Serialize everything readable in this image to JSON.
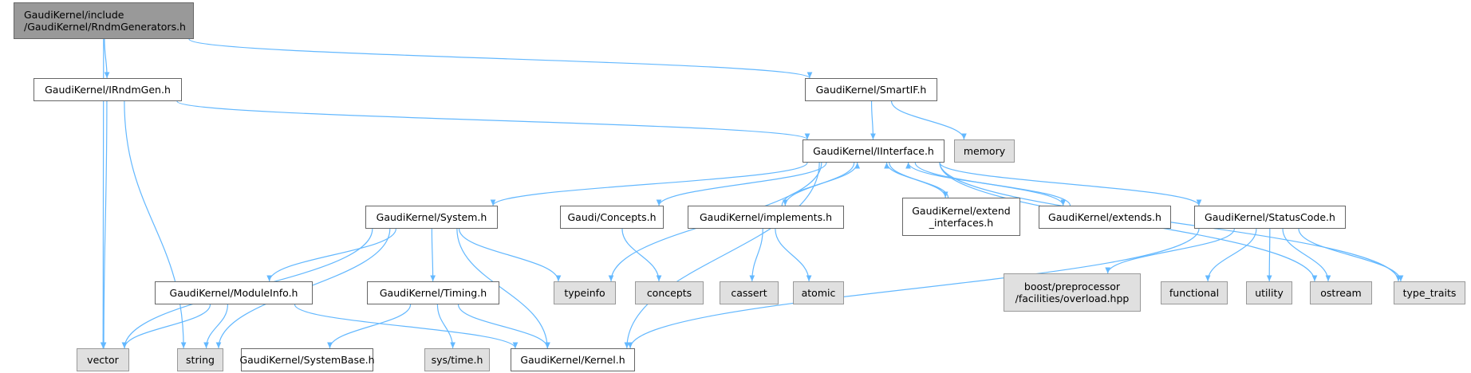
{
  "diagram": {
    "edge_color": "#63b8ff",
    "nodes": [
      {
        "id": "root",
        "kind": "root",
        "lines": [
          "GaudiKernel/include",
          "/GaudiKernel/RndmGenerators.h"
        ]
      },
      {
        "id": "irndmgen",
        "kind": "project",
        "lines": [
          "GaudiKernel/IRndmGen.h"
        ]
      },
      {
        "id": "smartif",
        "kind": "project",
        "lines": [
          "GaudiKernel/SmartIF.h"
        ]
      },
      {
        "id": "iinterface",
        "kind": "project",
        "lines": [
          "GaudiKernel/IInterface.h"
        ]
      },
      {
        "id": "memory",
        "kind": "system",
        "lines": [
          "memory"
        ]
      },
      {
        "id": "system",
        "kind": "project",
        "lines": [
          "GaudiKernel/System.h"
        ]
      },
      {
        "id": "concepts_h",
        "kind": "project",
        "lines": [
          "Gaudi/Concepts.h"
        ]
      },
      {
        "id": "implements",
        "kind": "project",
        "lines": [
          "GaudiKernel/implements.h"
        ]
      },
      {
        "id": "extend_interfaces",
        "kind": "project",
        "lines": [
          "GaudiKernel/extend",
          "_interfaces.h"
        ]
      },
      {
        "id": "extends",
        "kind": "project",
        "lines": [
          "GaudiKernel/extends.h"
        ]
      },
      {
        "id": "statuscode",
        "kind": "project",
        "lines": [
          "GaudiKernel/StatusCode.h"
        ]
      },
      {
        "id": "moduleinfo",
        "kind": "project",
        "lines": [
          "GaudiKernel/ModuleInfo.h"
        ]
      },
      {
        "id": "timing",
        "kind": "project",
        "lines": [
          "GaudiKernel/Timing.h"
        ]
      },
      {
        "id": "typeinfo",
        "kind": "system",
        "lines": [
          "typeinfo"
        ]
      },
      {
        "id": "concepts",
        "kind": "system",
        "lines": [
          "concepts"
        ]
      },
      {
        "id": "cassert",
        "kind": "system",
        "lines": [
          "cassert"
        ]
      },
      {
        "id": "atomic",
        "kind": "system",
        "lines": [
          "atomic"
        ]
      },
      {
        "id": "boost_pp",
        "kind": "system",
        "lines": [
          "boost/preprocessor",
          "/facilities/overload.hpp"
        ]
      },
      {
        "id": "functional",
        "kind": "system",
        "lines": [
          "functional"
        ]
      },
      {
        "id": "utility",
        "kind": "system",
        "lines": [
          "utility"
        ]
      },
      {
        "id": "ostream",
        "kind": "system",
        "lines": [
          "ostream"
        ]
      },
      {
        "id": "type_traits",
        "kind": "system",
        "lines": [
          "type_traits"
        ]
      },
      {
        "id": "vector",
        "kind": "system",
        "lines": [
          "vector"
        ]
      },
      {
        "id": "string",
        "kind": "system",
        "lines": [
          "string"
        ]
      },
      {
        "id": "systembase",
        "kind": "project",
        "lines": [
          "GaudiKernel/SystemBase.h"
        ]
      },
      {
        "id": "systime",
        "kind": "system",
        "lines": [
          "sys/time.h"
        ]
      },
      {
        "id": "kernel",
        "kind": "project",
        "lines": [
          "GaudiKernel/Kernel.h"
        ]
      }
    ],
    "edges": [
      [
        "root",
        "irndmgen"
      ],
      [
        "root",
        "smartif"
      ],
      [
        "root",
        "vector"
      ],
      [
        "irndmgen",
        "iinterface"
      ],
      [
        "irndmgen",
        "vector"
      ],
      [
        "irndmgen",
        "string"
      ],
      [
        "smartif",
        "iinterface"
      ],
      [
        "smartif",
        "memory"
      ],
      [
        "iinterface",
        "system"
      ],
      [
        "iinterface",
        "typeinfo"
      ],
      [
        "iinterface",
        "concepts_h"
      ],
      [
        "iinterface",
        "implements"
      ],
      [
        "iinterface",
        "extend_interfaces"
      ],
      [
        "iinterface",
        "extends"
      ],
      [
        "iinterface",
        "statuscode"
      ],
      [
        "iinterface",
        "kernel"
      ],
      [
        "iinterface",
        "ostream"
      ],
      [
        "iinterface",
        "type_traits"
      ],
      [
        "implements",
        "iinterface"
      ],
      [
        "extend_interfaces",
        "iinterface"
      ],
      [
        "extends",
        "iinterface"
      ],
      [
        "system",
        "vector"
      ],
      [
        "system",
        "string"
      ],
      [
        "system",
        "moduleinfo"
      ],
      [
        "system",
        "timing"
      ],
      [
        "system",
        "typeinfo"
      ],
      [
        "system",
        "kernel"
      ],
      [
        "concepts_h",
        "concepts"
      ],
      [
        "implements",
        "cassert"
      ],
      [
        "implements",
        "atomic"
      ],
      [
        "statuscode",
        "kernel"
      ],
      [
        "statuscode",
        "boost_pp"
      ],
      [
        "statuscode",
        "functional"
      ],
      [
        "statuscode",
        "utility"
      ],
      [
        "statuscode",
        "ostream"
      ],
      [
        "statuscode",
        "type_traits"
      ],
      [
        "moduleinfo",
        "vector"
      ],
      [
        "moduleinfo",
        "string"
      ],
      [
        "moduleinfo",
        "kernel"
      ],
      [
        "timing",
        "systembase"
      ],
      [
        "timing",
        "systime"
      ],
      [
        "timing",
        "kernel"
      ]
    ]
  }
}
